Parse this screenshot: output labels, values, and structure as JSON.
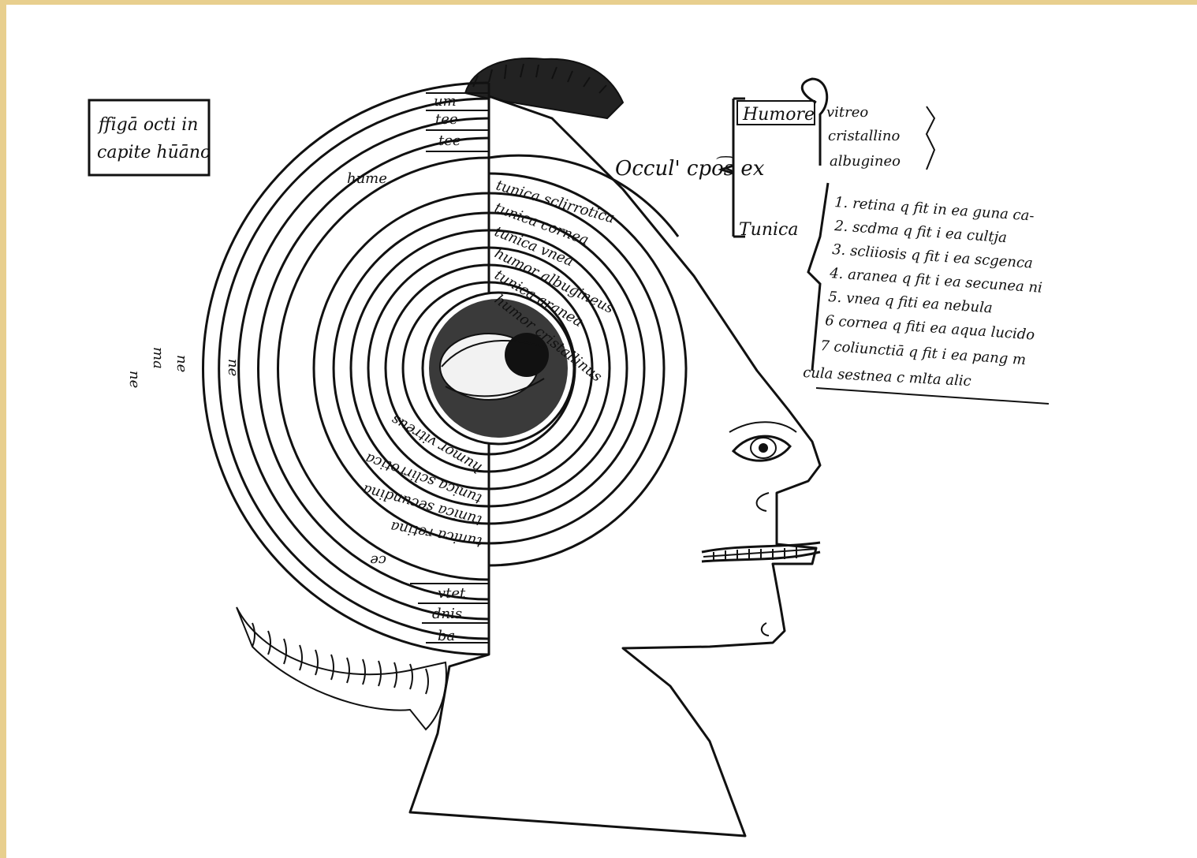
{
  "title_box": {
    "line1": "ffigā octi in",
    "line2": "capite hūāno"
  },
  "right_band_labels": [
    "um",
    "tee",
    "tee"
  ],
  "left_band_labels": [
    "ne",
    "ma",
    "ne",
    "ne"
  ],
  "inner_right_labels": [
    "tunica sclirrotica",
    "tunica cornea",
    "tunica vnea",
    "humor albugineus",
    "tunica aranea",
    "humor cristallinus"
  ],
  "inner_left_labels": [
    "tunica retina",
    "tunica secundina",
    "tunica sclirrotica",
    "humor vitreus"
  ],
  "upper_left_label": "hume",
  "lower_band_labels": [
    "ce",
    "vtet",
    "dnis",
    "ba"
  ],
  "annotation": {
    "occulus": "Occul' cpo͡s ex",
    "humore_bracket": "Humore",
    "humores": [
      "vitreo",
      "cristallino",
      "albugineo"
    ],
    "tunica_bracket": "Tunica",
    "tunicae": [
      "1. retina q fit in ea guna ca-",
      "2. scdma q fit i ea cultja",
      "3. scliiosis q fit i ea scgenca",
      "4. aranea q fit i ea secunea ni",
      "5. vnea q fiti ea nebula",
      "6 cornea q fiti ea aqua lucido",
      "7 coliunctiā q fit i ea pang m",
      "cula sestnea c mlta alic"
    ]
  }
}
